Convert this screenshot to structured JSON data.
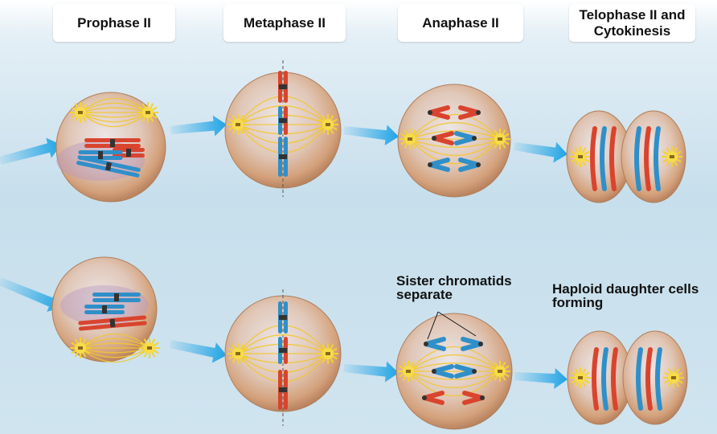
{
  "stages": {
    "prophase": "Prophase II",
    "metaphase": "Metaphase II",
    "anaphase": "Anaphase II",
    "telophase_line1": "Telophase II and",
    "telophase_line2": "Cytokinesis"
  },
  "annotations": {
    "sister_line1": "Sister chromatids",
    "sister_line2": "separate",
    "haploid_line1": "Haploid daughter cells",
    "haploid_line2": "forming"
  },
  "colors": {
    "cell": "#d9a882",
    "chromosome_red": "#d9442e",
    "chromosome_blue": "#2f8fc9",
    "spindle": "#f2c630",
    "arrow": "#29a9e6"
  }
}
